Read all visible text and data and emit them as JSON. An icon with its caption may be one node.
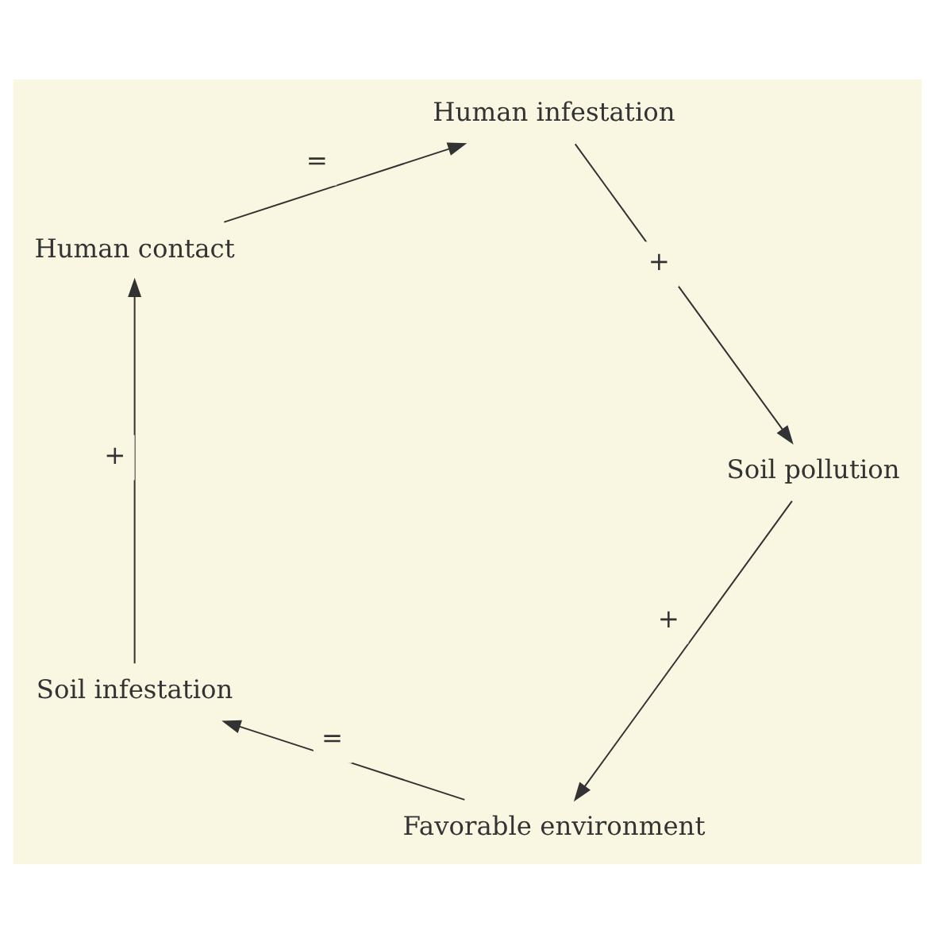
{
  "diagram": {
    "nodes": [
      {
        "text": [
          "Favorable environment"
        ]
      },
      {
        "text": [
          "Soil infestation"
        ]
      },
      {
        "text": [
          "Human contact"
        ]
      },
      {
        "text": [
          "Human infestation"
        ]
      },
      {
        "text": [
          "Soil pollution"
        ]
      }
    ],
    "edges": [
      {
        "from": 0,
        "to": 1,
        "arrow": "to",
        "label": "="
      },
      {
        "from": 1,
        "to": 2,
        "arrow": "to",
        "label": "+"
      },
      {
        "from": 2,
        "to": 3,
        "arrow": "to",
        "label": "="
      },
      {
        "from": 3,
        "to": 4,
        "arrow": "to",
        "label": "+"
      },
      {
        "from": 4,
        "to": 0,
        "arrow": "to",
        "label": "+"
      }
    ]
  }
}
